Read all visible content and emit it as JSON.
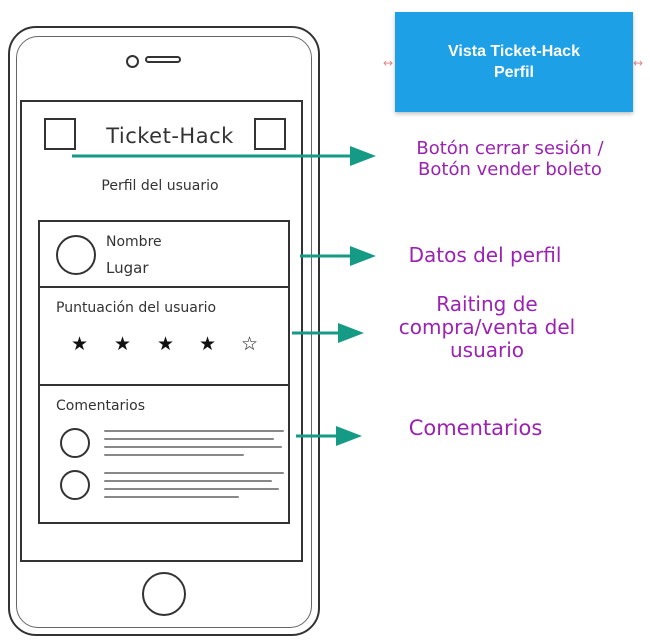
{
  "header_badge": {
    "line1": "Vista Ticket-Hack",
    "line2": "Perfil",
    "color": "#1ea0e6"
  },
  "screen": {
    "app_title": "Ticket-Hack",
    "subtitle": "Perfil del usuario",
    "profile": {
      "name_label": "Nombre",
      "place_label": "Lugar"
    },
    "rating": {
      "label": "Puntuación del usuario",
      "stars_filled": 4,
      "stars_total": 5
    },
    "comments": {
      "label": "Comentarios",
      "count": 2
    }
  },
  "annotations": {
    "buttons_line1": "Botón cerrar sesión /",
    "buttons_line2": "Botón vender boleto",
    "profile_data": "Datos del perfil",
    "rating_line1": "Raiting de",
    "rating_line2": "compra/venta del",
    "rating_line3": "usuario",
    "comments": "Comentarios"
  },
  "colors": {
    "arrow": "#159a86",
    "annotation_text": "#9b22b3",
    "outline": "#333333"
  },
  "icons": {
    "filled_star": "star-filled-icon",
    "empty_star": "star-empty-icon",
    "arrow": "arrow-right-icon"
  }
}
